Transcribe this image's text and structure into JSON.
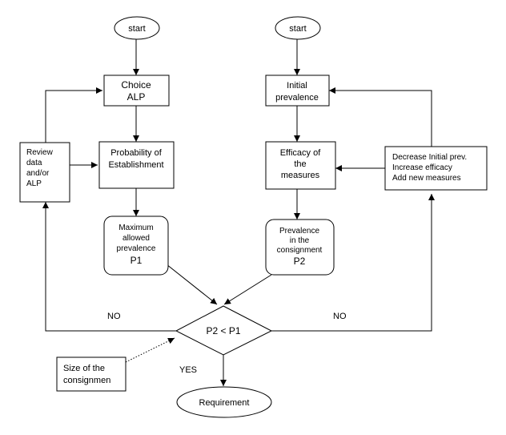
{
  "nodes": {
    "start_left": {
      "lines": [
        "start"
      ]
    },
    "start_right": {
      "lines": [
        "start"
      ]
    },
    "choice_alp": {
      "lines": [
        "Choice",
        "ALP"
      ]
    },
    "initial_prevalence": {
      "lines": [
        "Initial",
        "prevalence"
      ]
    },
    "probability_establishment": {
      "lines": [
        "Probability of",
        "Establishment"
      ]
    },
    "efficacy_measures": {
      "lines": [
        "Efficacy of",
        "the",
        "measures"
      ]
    },
    "review_data": {
      "lines": [
        "Review",
        "data",
        "and/or",
        "ALP"
      ]
    },
    "decrease_prev": {
      "lines": [
        "Decrease Initial prev.",
        "Increase efficacy",
        "Add new measures"
      ]
    },
    "max_allowed": {
      "lines": [
        "Maximum",
        "allowed",
        "prevalence",
        "P1"
      ]
    },
    "prevalence_consignment": {
      "lines": [
        "Prevalence",
        "in the",
        "consignment",
        "P2"
      ]
    },
    "decision": {
      "lines": [
        "P2 < P1"
      ]
    },
    "size_consignment": {
      "lines": [
        "Size of the",
        "consignmen"
      ]
    },
    "requirement": {
      "lines": [
        "Requirement"
      ]
    }
  },
  "edge_labels": {
    "no_left": "NO",
    "no_right": "NO",
    "yes": "YES"
  },
  "colors": {
    "stroke": "#000000",
    "fill": "#ffffff",
    "background": "#ffffff"
  }
}
